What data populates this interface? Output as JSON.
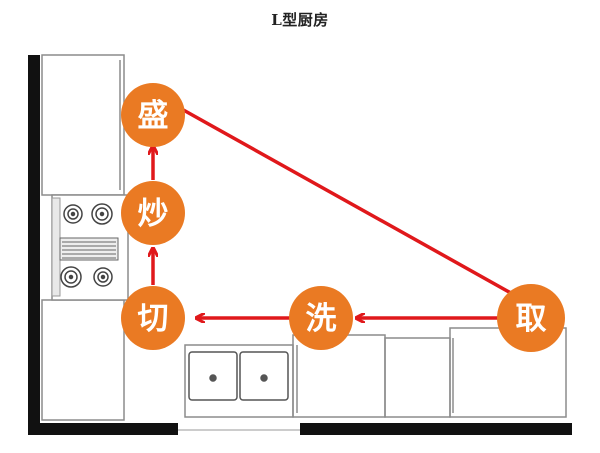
{
  "title": "L型厨房",
  "colors": {
    "node_fill": "#EA7A23",
    "node_text": "#ffffff",
    "arrow": "#E0181B",
    "wall": "#111111",
    "outline": "#8c8c8c"
  },
  "nodes": {
    "sheng": "盛",
    "chao": "炒",
    "qie": "切",
    "xi": "洗",
    "qu": "取"
  }
}
